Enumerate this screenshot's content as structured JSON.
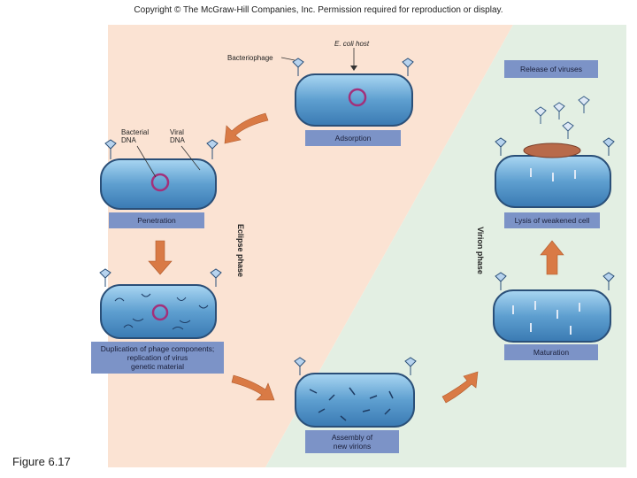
{
  "copyright": "Copyright © The McGraw-Hill Companies, Inc. Permission required for reproduction or display.",
  "figure_caption": "Figure 6.17",
  "labels": {
    "ecoli_host": "E. coli host",
    "bacteriophage": "Bacteriophage",
    "bacterial_dna": "Bacterial\nDNA",
    "viral_dna": "Viral\nDNA"
  },
  "stages": {
    "adsorption": "Adsorption",
    "penetration": "Penetration",
    "duplication": "Duplication of phage components;\nreplication of virus\ngenetic material",
    "assembly": "Assembly of\nnew virions",
    "maturation": "Maturation",
    "lysis": "Lysis of weakened cell",
    "release": "Release of viruses"
  },
  "phases": {
    "eclipse": "Eclipse phase",
    "virion": "Virion phase"
  },
  "colors": {
    "eclipse_bg": "#fbe3d3",
    "virion_bg": "#e3efe3",
    "label_box": "#7c93c7",
    "arrow": "#d97a45",
    "cell_fill": "#5e9fd0",
    "dna_ring": "#a3307a"
  }
}
